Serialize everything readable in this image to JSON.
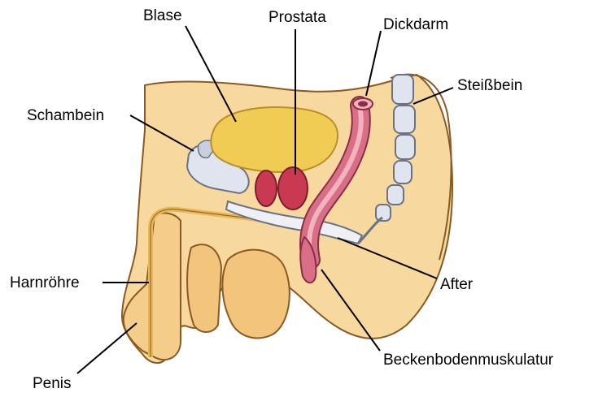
{
  "labels": {
    "blase": "Blase",
    "prostata": "Prostata",
    "dickdarm": "Dickdarm",
    "steissbein": "Steißbein",
    "schambein": "Schambein",
    "harnroehre": "Harnröhre",
    "after": "After",
    "penis": "Penis",
    "beckenbodenmuskulatur": "Beckenbodenmuskulatur"
  },
  "colors": {
    "skin": "#f7d9a0",
    "skin_dark": "#e9b567",
    "bladder": "#f1cc55",
    "bladder_outline": "#b8902a",
    "prostate": "#c93a52",
    "colon": "#d86f86",
    "bone": "#dfe4ee",
    "bone_outline": "#6b7382",
    "outline": "#8a5a22",
    "leader_line": "#000000"
  }
}
